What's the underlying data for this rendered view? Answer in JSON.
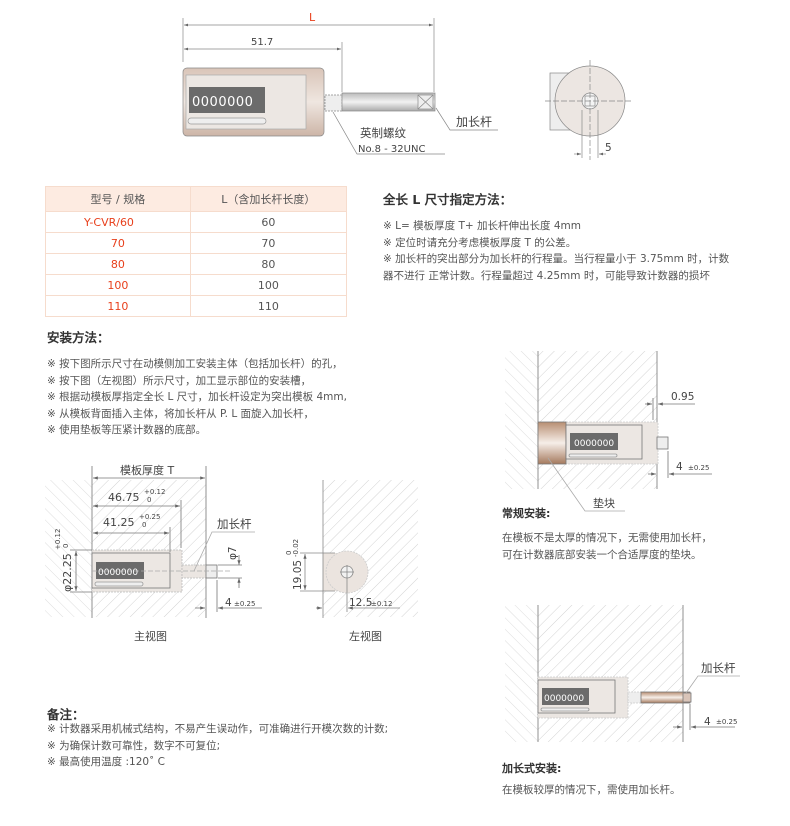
{
  "top_diagram": {
    "dim_L": "L",
    "dim_51_7": "51.7",
    "counter_digits": "0000000",
    "thread_label": "英制螺纹",
    "thread_spec": "No.8 -  32UNC",
    "rod_label": "加长杆",
    "side_dim": "5"
  },
  "spec_table": {
    "headers": [
      "型号 / 规格",
      "L（含加长杆长度）"
    ],
    "rows": [
      [
        "Y-CVR/60",
        "60"
      ],
      [
        "70",
        "70"
      ],
      [
        "80",
        "80"
      ],
      [
        "100",
        "100"
      ],
      [
        "110",
        "110"
      ]
    ]
  },
  "length_method": {
    "title": "全长 L 尺寸指定方法：",
    "lines": [
      "※  L= 模板厚度 T+ 加长杆伸出长度 4mm",
      "※  定位时请充分考虑模板厚度 T 的公差。",
      "※  加长杆的突出部分为加长杆的行程量。当行程量小于 3.75mm 时，计数",
      "器不进行 正常计数。行程量超过 4.25mm 时，可能导致计数器的损坏"
    ]
  },
  "install": {
    "title": "安装方法：",
    "lines": [
      "※  按下图所示尺寸在动模侧加工安装主体（包括加长杆）的孔，",
      "※  按下图（左视图）所示尺寸，加工显示部位的安装槽，",
      "※  根据动模板厚指定全长 L 尺寸，加长杆设定为突出模板 4mm,",
      "※  从模板背面插入主体，将加长杆从 P. L 面旋入加长杆，",
      "※  使用垫板等压紧计数器的底部。"
    ]
  },
  "main_view": {
    "plate_thickness": "模板厚度 T",
    "d1": "46.75",
    "d1_tol_up": "+0.12",
    "d1_tol_low": "0",
    "d2": "41.25",
    "d2_tol_up": "+0.25",
    "d2_tol_low": "0",
    "rod_label": "加长杆",
    "phi7": "φ7",
    "dia": "φ22.25",
    "dia_tol_up": "+0.12",
    "dia_tol_low": "0",
    "protrude": "4",
    "protrude_tol": "±0.25",
    "caption": "主视图",
    "digits": "0000000"
  },
  "left_view": {
    "height": "19.05",
    "height_tol_up": "0",
    "height_tol_low": "-0.02",
    "offset": "12.5",
    "offset_tol": "±0.12",
    "caption": "左视图"
  },
  "regular_install": {
    "gap": "0.95",
    "protrude": "4",
    "protrude_tol": "±0.25",
    "pad_label": "垫块",
    "title": "常规安装:",
    "lines": [
      "在模板不是太厚的情况下，无需使用加长杆，",
      "可在计数器底部安装一个合适厚度的垫块。"
    ],
    "digits": "0000000"
  },
  "extended_install": {
    "rod_label": "加长杆",
    "protrude": "4",
    "protrude_tol": "±0.25",
    "title": "加长式安装:",
    "lines": [
      "在模板较厚的情况下，需使用加长杆。"
    ],
    "digits": "0000000"
  },
  "notes": {
    "title": "备注：",
    "lines": [
      "※ 计数器采用机械式结构，不易产生误动作，可准确进行开模次数的计数;",
      "※ 为确保计数可靠性，数字不可复位;",
      "※ 最高使用温度 :120˚  C"
    ]
  },
  "colors": {
    "accent_red": "#e8401c",
    "table_header": "#fdebe1",
    "pad_brown": "#b88e72"
  }
}
